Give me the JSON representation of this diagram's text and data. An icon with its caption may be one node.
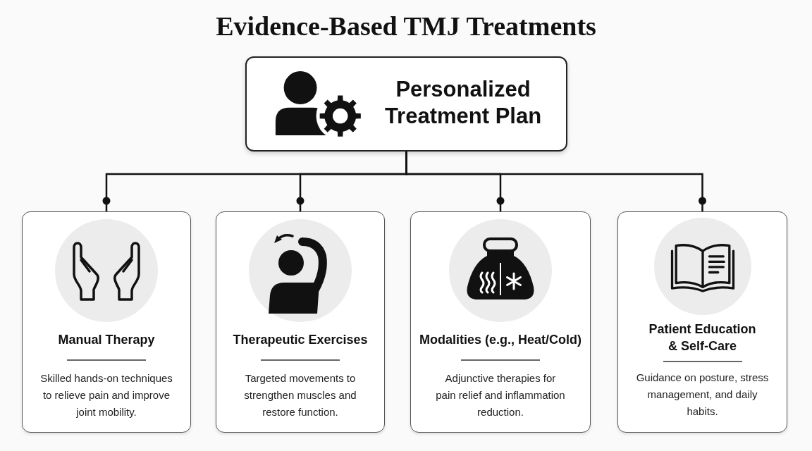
{
  "diagram": {
    "title": "Evidence-Based TMJ Treatments",
    "nodes": [
      {
        "text": [
          "Personalized Treatment Plan"
        ]
      },
      {
        "text": [
          "Manual Therapy",
          "Skilled hands-on techniques to relieve pain and improve joint mobility."
        ]
      },
      {
        "text": [
          "Therapeutic Exercises",
          "Targeted movements to strengthen muscles and restore function."
        ]
      },
      {
        "text": [
          "Modalities (e.g., Heat/Cold)",
          "Adjunctive therapies for pain relief and inflammation reduction."
        ]
      },
      {
        "text": [
          "Patient Education & Self-Care",
          "Guidance on posture, stress management, and daily habits."
        ]
      }
    ],
    "edges": [
      {
        "from": 0,
        "to": 1,
        "arrow": "other"
      },
      {
        "from": 0,
        "to": 2,
        "arrow": "other"
      },
      {
        "from": 0,
        "to": 3,
        "arrow": "other"
      },
      {
        "from": 0,
        "to": 4,
        "arrow": "other"
      }
    ]
  }
}
